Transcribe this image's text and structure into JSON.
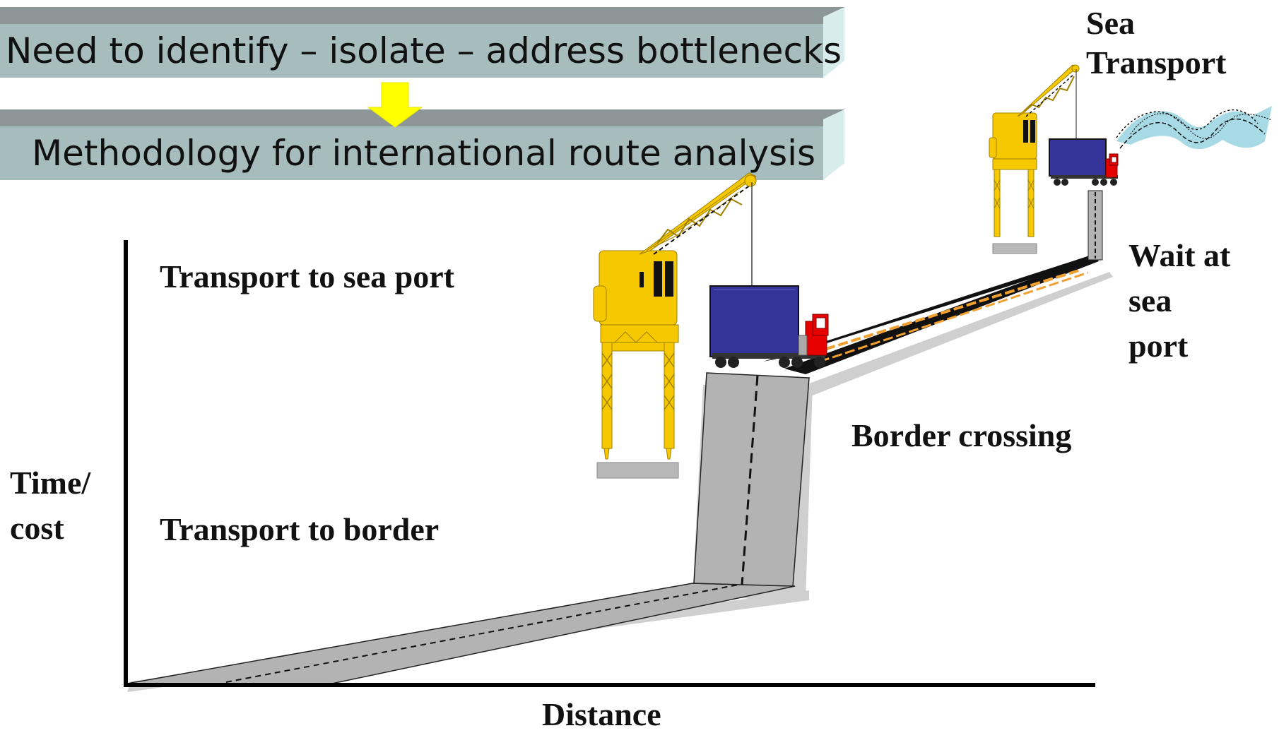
{
  "banner1": {
    "text": "Need to identify – isolate – address bottlenecks"
  },
  "banner2": {
    "text": "Methodology for international route analysis"
  },
  "labels": {
    "sea_transport": [
      "Sea",
      "Transport"
    ],
    "transport_to_sea_port": "Transport to sea port",
    "wait_at_sea_port": [
      "Wait at",
      "sea",
      "port"
    ],
    "border_crossing": "Border crossing",
    "transport_to_border": "Transport to border"
  },
  "axes": {
    "y_label": [
      "Time/",
      "cost"
    ],
    "x_label": "Distance"
  },
  "colors": {
    "banner_face": "#a7bcbc",
    "banner_top": "#8c9696",
    "arrow": "#ffff00",
    "crane": "#f5c800",
    "container": "#33339a",
    "truck_cab": "#e60000",
    "road": "#b3b3b3",
    "wave": "#a8dae6"
  },
  "icons": [
    "down-arrow-icon",
    "crane-icon",
    "truck-icon",
    "ship-wave-icon"
  ]
}
